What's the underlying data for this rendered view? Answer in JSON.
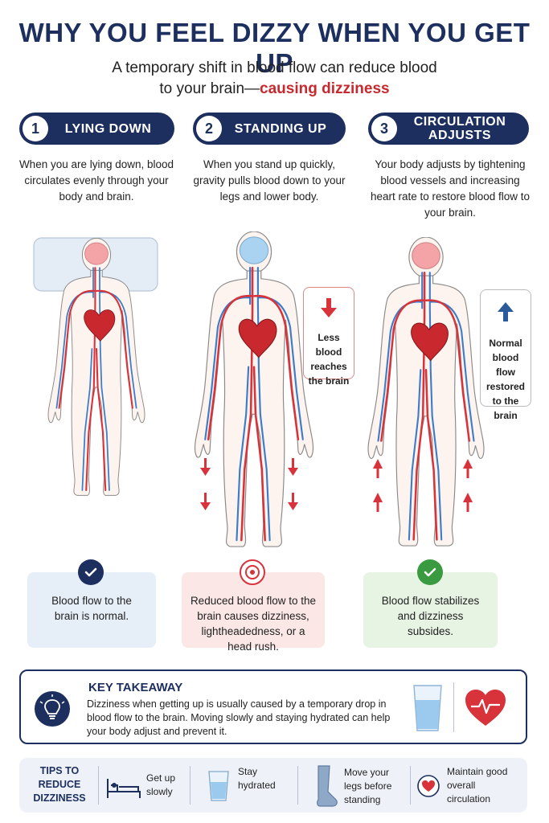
{
  "title": "WHY YOU FEEL DIZZY WHEN YOU GET UP",
  "subtitle": {
    "line1": "A temporary shift in blood flow can reduce blood",
    "line2_prefix": "to your brain—",
    "line2_highlight": "causing dizziness"
  },
  "steps": [
    {
      "number": "1",
      "label": "LYING DOWN",
      "description": "When you are lying down, blood circulates evenly through your body and brain.",
      "result": "Blood flow to the brain is normal."
    },
    {
      "number": "2",
      "label": "STANDING UP",
      "description": "When you stand up quickly, gravity pulls blood down to your legs and lower body.",
      "callout": "Less blood reaches the brain",
      "result": "Reduced blood flow to the brain causes dizziness, lightheadedness, or a head rush."
    },
    {
      "number": "3",
      "label": "CIRCULATION ADJUSTS",
      "description": "Your body adjusts by tightening blood vessels and increasing heart rate to restore blood flow to your brain.",
      "callout": "Normal blood flow restored to the brain",
      "result": "Blood flow stabilizes and dizziness subsides."
    }
  ],
  "takeaway": {
    "title": "KEY TAKEAWAY",
    "text": "Dizziness when getting up is usually caused by a temporary drop in blood flow to the brain. Moving slowly and staying hydrated can help your body adjust and prevent it."
  },
  "tips": {
    "title": "TIPS TO REDUCE DIZZINESS",
    "items": [
      {
        "icon": "bed-icon",
        "text": "Get up slowly"
      },
      {
        "icon": "water-glass-icon",
        "text": "Stay hydrated"
      },
      {
        "icon": "leg-icon",
        "text": "Move your legs before standing"
      },
      {
        "icon": "heart-icon",
        "text": "Maintain good overall circulation"
      }
    ]
  },
  "colors": {
    "navy": "#1d2f5f",
    "red": "#c8282e",
    "artery": "#d8333a",
    "vein": "#3d7cc9",
    "brain_normal": "#f4a3a6",
    "brain_low": "#a9d3f0",
    "blue_box": "#e6eef7",
    "red_box": "#fbe7e6",
    "green_box": "#e7f3e3",
    "green": "#3a9a3f"
  }
}
